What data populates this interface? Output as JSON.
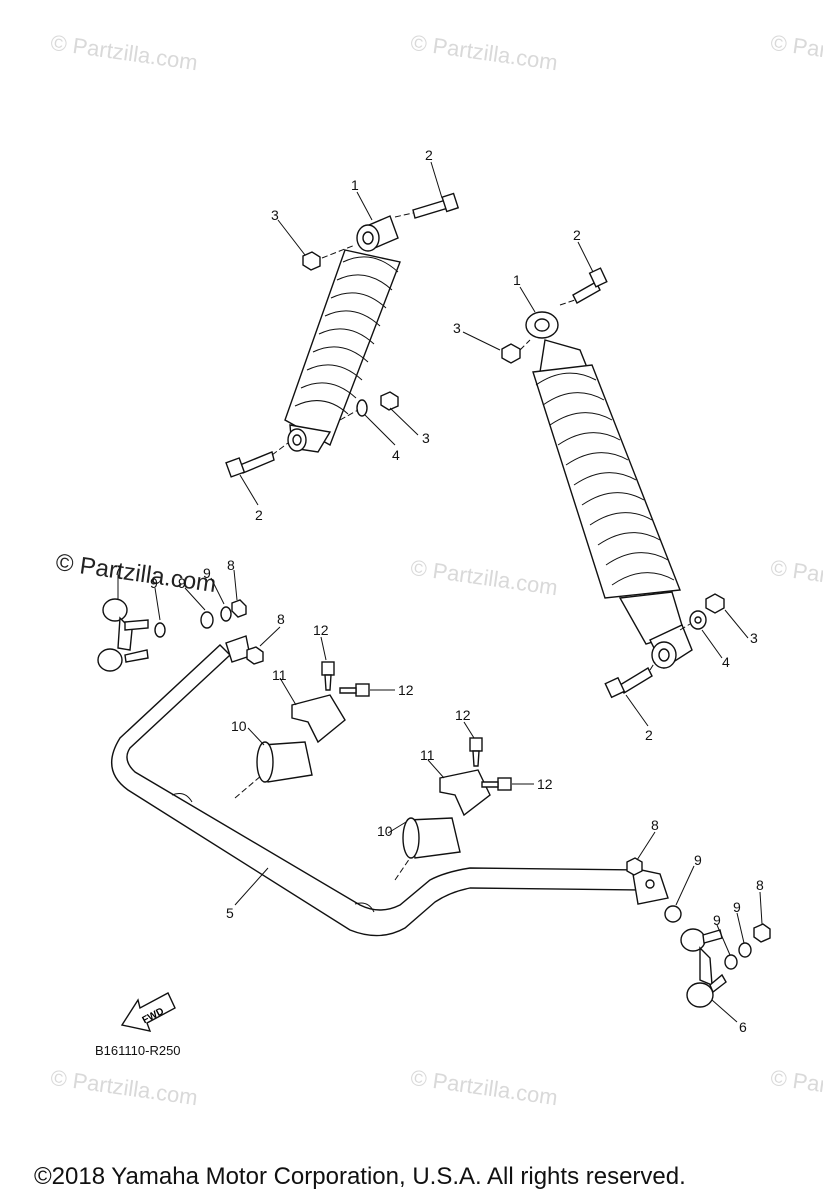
{
  "watermark_text": "© Partzilla.com",
  "watermark_dark_text": "© Partzilla.com",
  "callouts": {
    "c1a": "1",
    "c1b": "1",
    "c2a": "2",
    "c2b": "2",
    "c2c": "2",
    "c2d": "2",
    "c3a": "3",
    "c3b": "3",
    "c3c": "3",
    "c3d": "3",
    "c4a": "4",
    "c4b": "4",
    "c5": "5",
    "c6": "6",
    "c7": "7",
    "c8a": "8",
    "c8b": "8",
    "c8c": "8",
    "c8d": "8",
    "c9a": "9",
    "c9b": "9",
    "c9c": "9",
    "c9d": "9",
    "c9e": "9",
    "c10a": "10",
    "c10b": "10",
    "c11a": "11",
    "c11b": "11",
    "c12a": "12",
    "c12b": "12",
    "c12c": "12",
    "c12d": "12"
  },
  "fwd_label": "FWD",
  "diagram_code": "B161110-R250",
  "copyright": "©2018  Yamaha Motor Corporation, U.S.A. All rights reserved."
}
